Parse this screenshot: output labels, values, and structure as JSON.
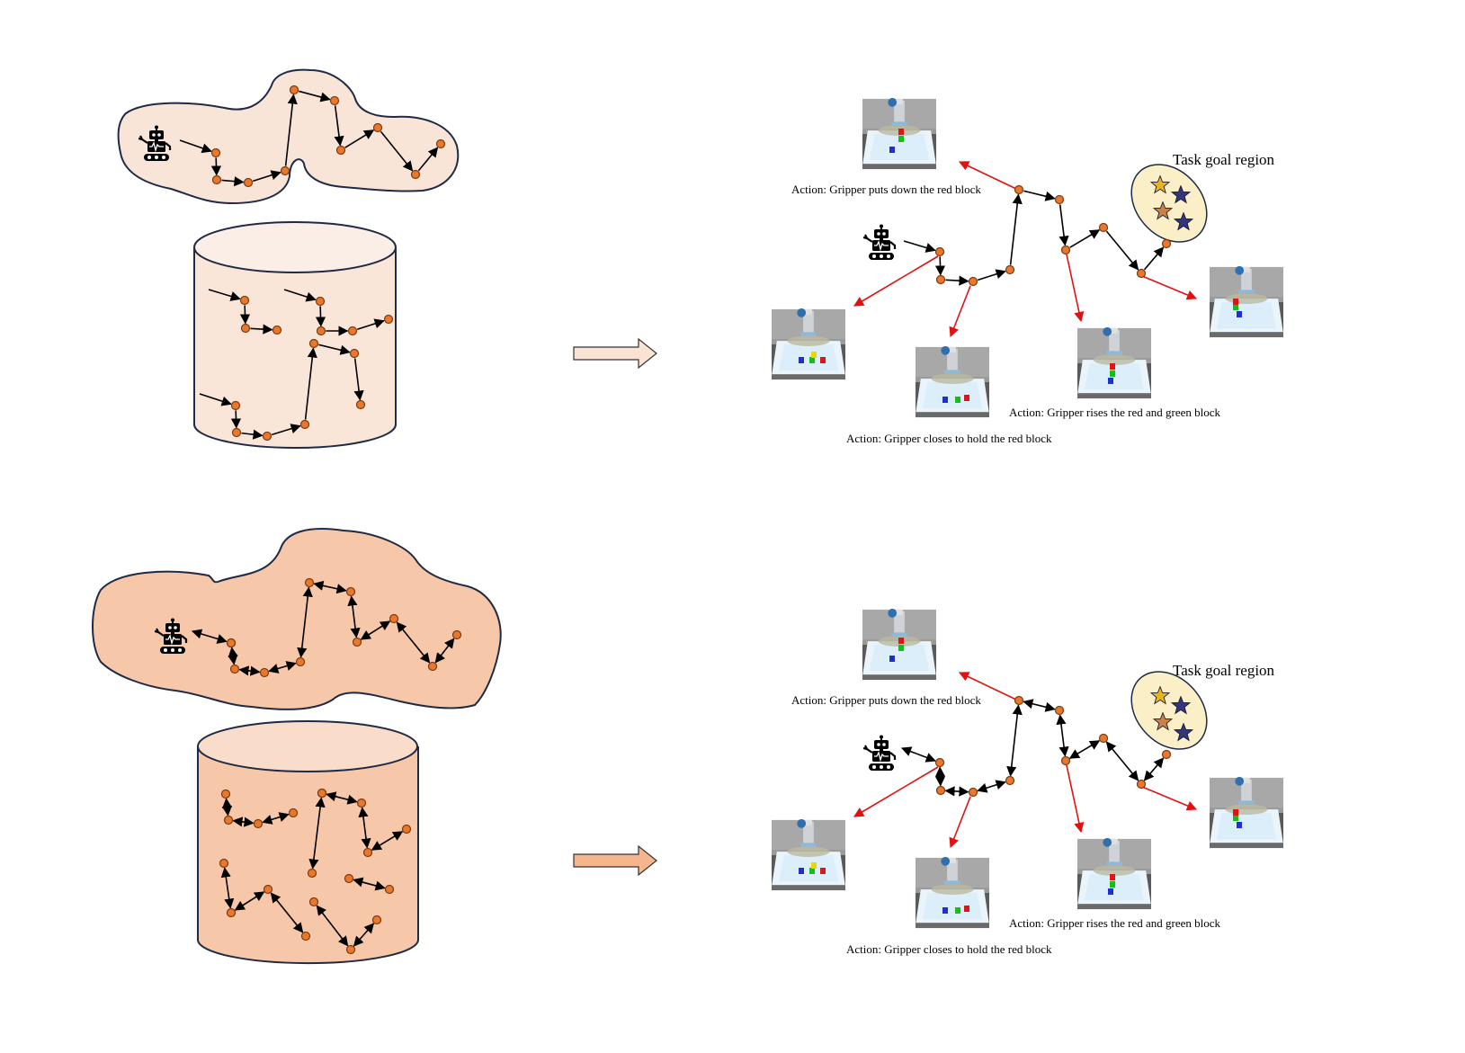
{
  "colors": {
    "background": "#ffffff",
    "top_blob_fill": "#f9e4d8",
    "top_cylinder_fill": "#fae5d9",
    "bottom_blob_fill": "#f6c7a9",
    "bottom_cylinder_fill": "#f6c7a9",
    "outline": "#1f2a44",
    "node_fill": "#e9782d",
    "node_stroke": "#7a3a10",
    "edge": "#000000",
    "action_link": "#e11111",
    "goal_fill": "#fbefc8",
    "star_dark": "#33377a",
    "star_gold": "#e8b520",
    "top_arrow_fill": "#fae3d5",
    "bottom_arrow_fill": "#f4b58f"
  },
  "icons": {
    "agent": "robot-icon",
    "goal_marker": "star-icon",
    "observation": "robot-arm-scene-thumbnail"
  },
  "panels": {
    "top": {
      "goal_label": "Task goal region",
      "edge_direction": "one-way",
      "actions": {
        "put_down": "Action: Gripper puts down the red block",
        "close_hold": "Action: Gripper closes to hold the red block",
        "rise": "Action: Gripper rises the red and green block"
      }
    },
    "bottom": {
      "goal_label": "Task goal region",
      "edge_direction": "bidirectional",
      "actions": {
        "put_down": "Action: Gripper puts down the red block",
        "close_hold": "Action: Gripper closes to hold the red block",
        "rise": "Action: Gripper rises the red and green block"
      }
    }
  }
}
